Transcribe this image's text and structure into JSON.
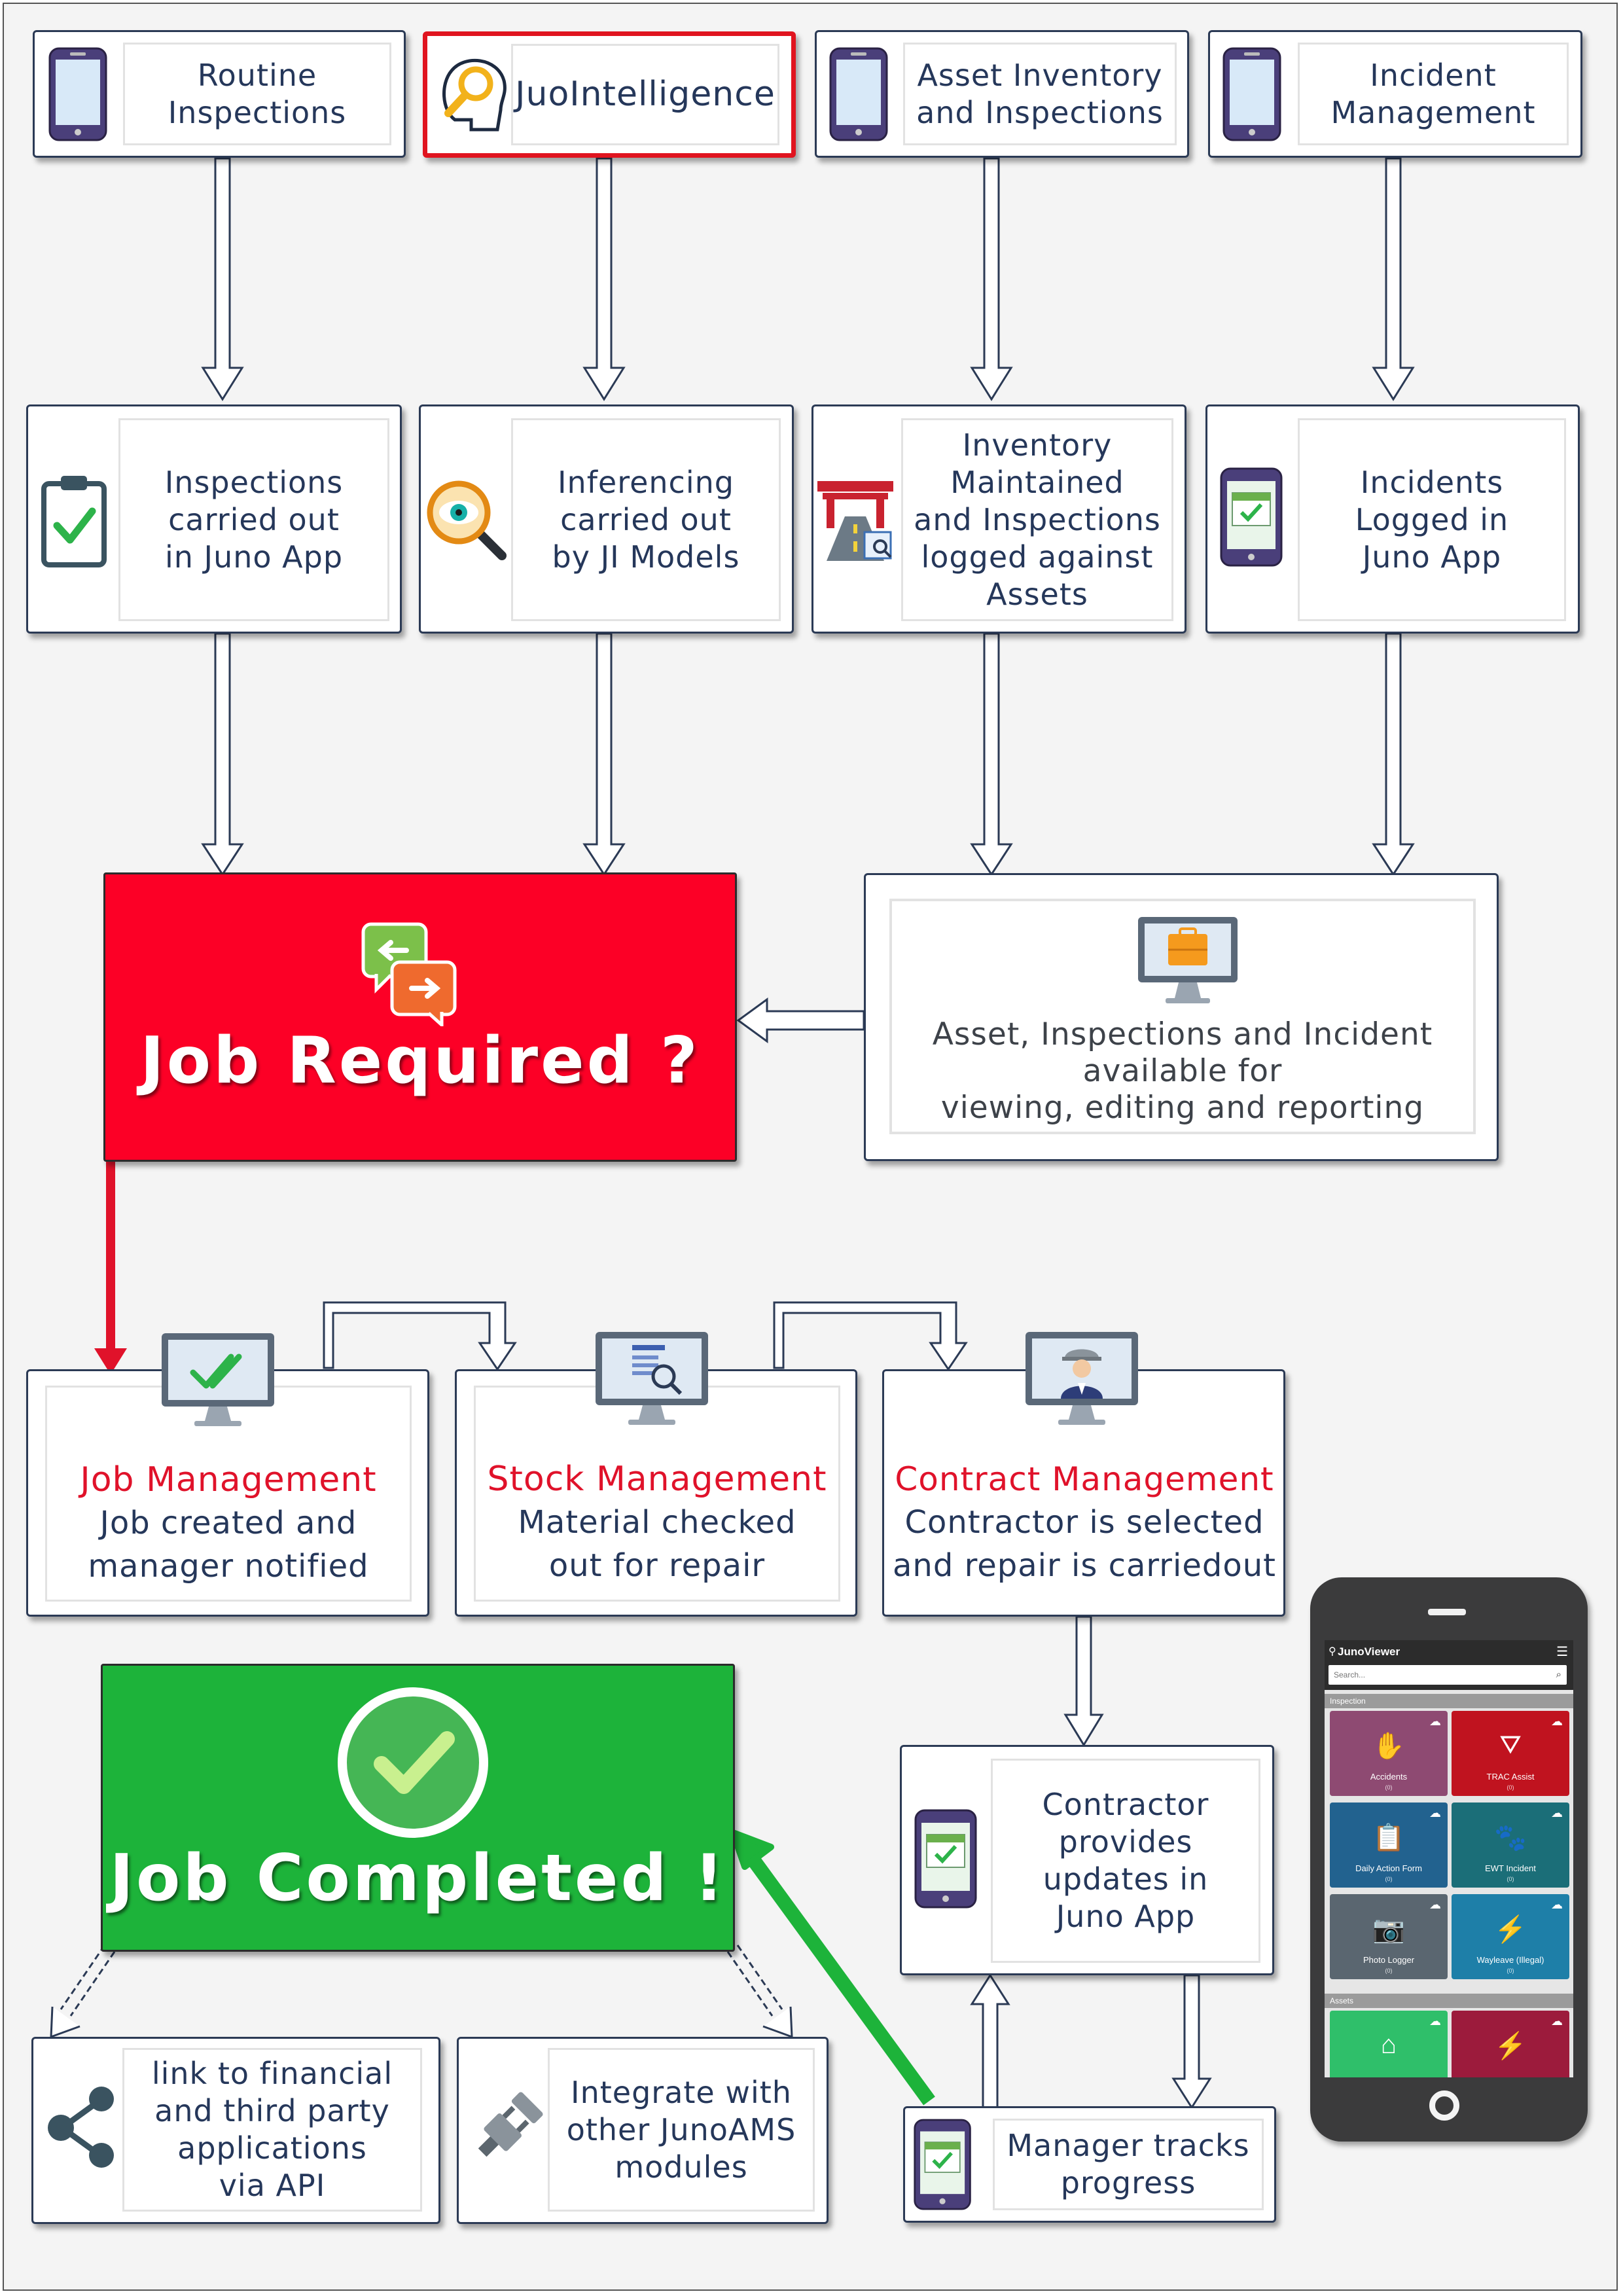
{
  "top_boxes": [
    {
      "label": "Routine\nInspections"
    },
    {
      "label": "JuoIntelligence"
    },
    {
      "label": "Asset Inventory\nand Inspections"
    },
    {
      "label": "Incident\nManagement"
    }
  ],
  "middle_boxes": [
    {
      "label": "Inspections\ncarried out\nin Juno App"
    },
    {
      "label": "Inferencing\ncarried out\nby JI Models"
    },
    {
      "label": "Inventory\nMaintained\nand Inspections\nlogged against\nAssets"
    },
    {
      "label": "Incidents\nLogged in\nJuno App"
    }
  ],
  "job_required": {
    "title": "Job Required ?"
  },
  "viewing_box": {
    "label": "Asset, Inspections and Incident\navailable for\nviewing, editing and reporting"
  },
  "modules": [
    {
      "title": "Job Management",
      "desc": "Job created and\nmanager notified"
    },
    {
      "title": "Stock Management",
      "desc": "Material checked\nout for repair"
    },
    {
      "title": "Contract Management",
      "desc": "Contractor is selected\nand repair is carriedout"
    }
  ],
  "job_completed": {
    "title": "Job Completed !"
  },
  "contractor_updates": {
    "label": "Contractor\nprovides\nupdates in\nJuno App"
  },
  "manager_tracks": {
    "label": "Manager tracks\nprogress"
  },
  "bottom_boxes": [
    {
      "label": "link to financial\nand third party\napplications\nvia API"
    },
    {
      "label": "Integrate with\nother JunoAMS\nmodules"
    }
  ],
  "phone": {
    "app_name": "JunoViewer",
    "search_placeholder": "Search...",
    "section_inspection": "Inspection",
    "section_assets": "Assets",
    "tiles": [
      {
        "label": "Accidents",
        "count": "(0)",
        "color": "#8e4a72",
        "glyph": "✋"
      },
      {
        "label": "TRAC Assist",
        "count": "(0)",
        "color": "#c0131f",
        "glyph": "⛛"
      },
      {
        "label": "Daily Action Form",
        "count": "(0)",
        "color": "#22628f",
        "glyph": "📋"
      },
      {
        "label": "EWT Incident",
        "count": "(0)",
        "color": "#1b6e78",
        "glyph": "🐾"
      },
      {
        "label": "Photo Logger",
        "count": "(0)",
        "color": "#5a6670",
        "glyph": "📷"
      },
      {
        "label": "Wayleave (Illegal)",
        "count": "(0)",
        "color": "#1e7fa8",
        "glyph": "⚡"
      },
      {
        "label": "",
        "count": "",
        "color": "#2fbf6a",
        "glyph": "⌂"
      },
      {
        "label": "",
        "count": "",
        "color": "#9c1b3c",
        "glyph": "⚡"
      }
    ]
  },
  "colors": {
    "job_required_bg": "#fc0026",
    "job_completed_bg": "#1db33a",
    "navy_text": "#25375a",
    "accent_red": "#e0122a",
    "highlight_border": "#e0141f"
  },
  "icons": [
    "phone-icon",
    "brain-search-icon",
    "clipboard-check-icon",
    "eye-magnifier-icon",
    "road-asset-icon",
    "phone-calendar-icon",
    "chat-arrows-icon",
    "monitor-briefcase-icon",
    "monitor-check-icon",
    "monitor-document-search-icon",
    "monitor-worker-icon",
    "checkmark-circle-icon",
    "share-icon",
    "plug-icon"
  ]
}
